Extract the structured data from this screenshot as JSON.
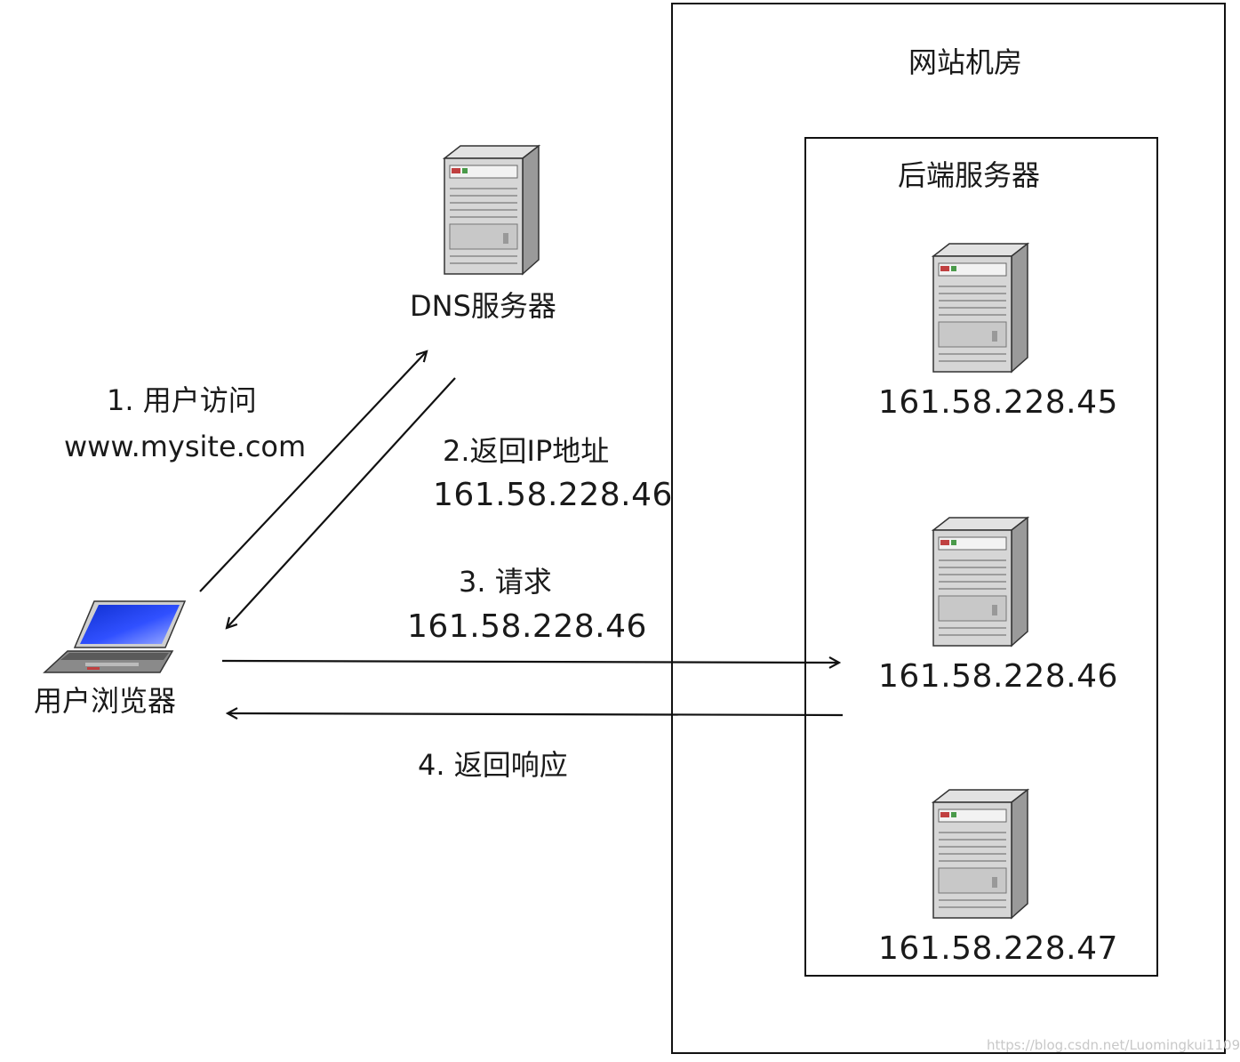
{
  "datacenter": {
    "title": "网站机房"
  },
  "backend": {
    "title": "后端服务器",
    "servers": [
      {
        "ip": "161.58.228.45"
      },
      {
        "ip": "161.58.228.46"
      },
      {
        "ip": "161.58.228.47"
      }
    ]
  },
  "dns": {
    "label": "DNS服务器"
  },
  "browser": {
    "label": "用户浏览器"
  },
  "steps": {
    "s1": {
      "title": "1. 用户访问",
      "detail": "www.mysite.com"
    },
    "s2": {
      "title": "2.返回IP地址",
      "detail": "161.58.228.46"
    },
    "s3": {
      "title": "3. 请求",
      "detail": "161.58.228.46"
    },
    "s4": {
      "title": "4. 返回响应"
    }
  },
  "watermark": "https://blog.csdn.net/Luomingkui1109",
  "icons": {
    "server": "server-tower-icon",
    "laptop": "laptop-icon"
  }
}
